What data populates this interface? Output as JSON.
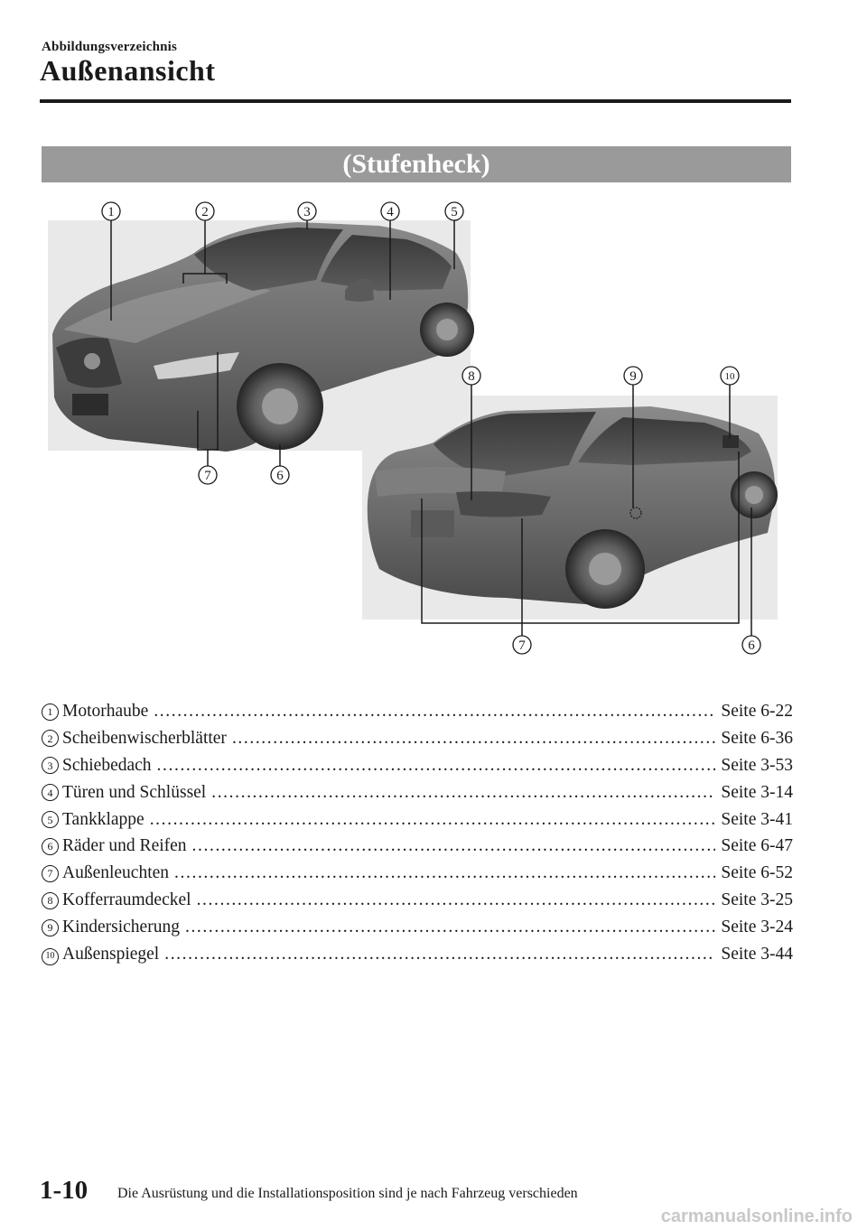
{
  "header": {
    "section": "Abbildungsverzeichnis",
    "title": "Außenansicht"
  },
  "banner": "(Stufenheck)",
  "figure": {
    "callouts_front": [
      "1",
      "2",
      "3",
      "4",
      "5",
      "7",
      "6"
    ],
    "callouts_rear": [
      "8",
      "9",
      "10",
      "7",
      "6"
    ]
  },
  "index": [
    {
      "num": "1",
      "label": "Motorhaube",
      "page": "Seite 6-22"
    },
    {
      "num": "2",
      "label": "Scheibenwischerblätter",
      "page": "Seite 6-36"
    },
    {
      "num": "3",
      "label": "Schiebedach",
      "page": "Seite 3-53"
    },
    {
      "num": "4",
      "label": "Türen und Schlüssel",
      "page": "Seite 3-14"
    },
    {
      "num": "5",
      "label": "Tankklappe",
      "page": "Seite 3-41"
    },
    {
      "num": "6",
      "label": "Räder und Reifen",
      "page": "Seite 6-47"
    },
    {
      "num": "7",
      "label": "Außenleuchten",
      "page": "Seite 6-52"
    },
    {
      "num": "8",
      "label": "Kofferraumdeckel",
      "page": "Seite 3-25"
    },
    {
      "num": "9",
      "label": "Kindersicherung",
      "page": "Seite 3-24"
    },
    {
      "num": "10",
      "label": "Außenspiegel",
      "page": "Seite 3-44"
    }
  ],
  "footer": {
    "page_number": "1-10",
    "note": "Die Ausrüstung und die Installationsposition sind je nach Fahrzeug verschieden"
  },
  "watermark": "carmanualsonline.info"
}
